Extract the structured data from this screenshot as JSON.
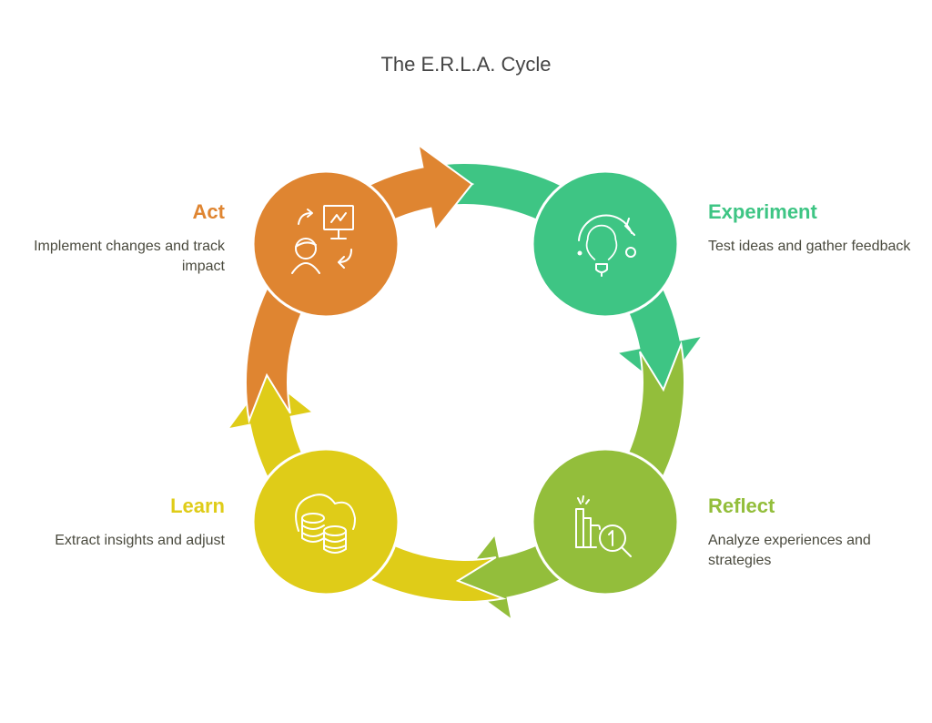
{
  "title": "The E.R.L.A. Cycle",
  "stages": [
    {
      "id": "act",
      "name": "Act",
      "description": "Implement changes and track impact",
      "color": "#DF8531",
      "icon": "workflow-presentation-icon",
      "position": "top-left"
    },
    {
      "id": "experiment",
      "name": "Experiment",
      "description": "Test ideas and gather feedback",
      "color": "#3EC584",
      "icon": "lightbulb-icon",
      "position": "top-right"
    },
    {
      "id": "reflect",
      "name": "Reflect",
      "description": "Analyze experiences and strategies",
      "color": "#93BE3B",
      "icon": "bar-chart-magnifier-icon",
      "position": "bottom-right"
    },
    {
      "id": "learn",
      "name": "Learn",
      "description": "Extract insights and adjust",
      "color": "#DFCC18",
      "icon": "cloud-database-icon",
      "position": "bottom-left"
    }
  ],
  "flow": [
    "Act",
    "Experiment",
    "Reflect",
    "Learn",
    "Act"
  ],
  "flow_direction": "clockwise"
}
